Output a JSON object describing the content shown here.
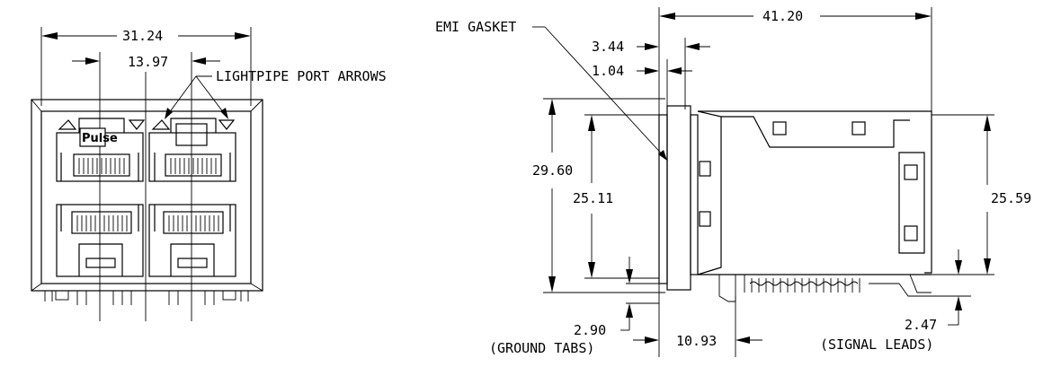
{
  "front_view": {
    "dim_overall_width": "31.24",
    "dim_port_pitch": "13.97",
    "lightpipe_label": "LIGHTPIPE PORT ARROWS",
    "logo_text": "Pulse"
  },
  "side_view": {
    "emi_gasket_label": "EMI GASKET",
    "dim_total_length": "41.20",
    "dim_gasket_thickness": "3.44",
    "dim_gasket_offset": "1.04",
    "dim_total_height": "29.60",
    "dim_front_height": "25.11",
    "dim_rear_height": "25.59",
    "dim_ground_tabs": "2.90",
    "ground_tabs_label": "(GROUND TABS)",
    "dim_lead_offset": "10.93",
    "dim_signal_leads": "2.47",
    "signal_leads_label": "(SIGNAL LEADS)"
  }
}
